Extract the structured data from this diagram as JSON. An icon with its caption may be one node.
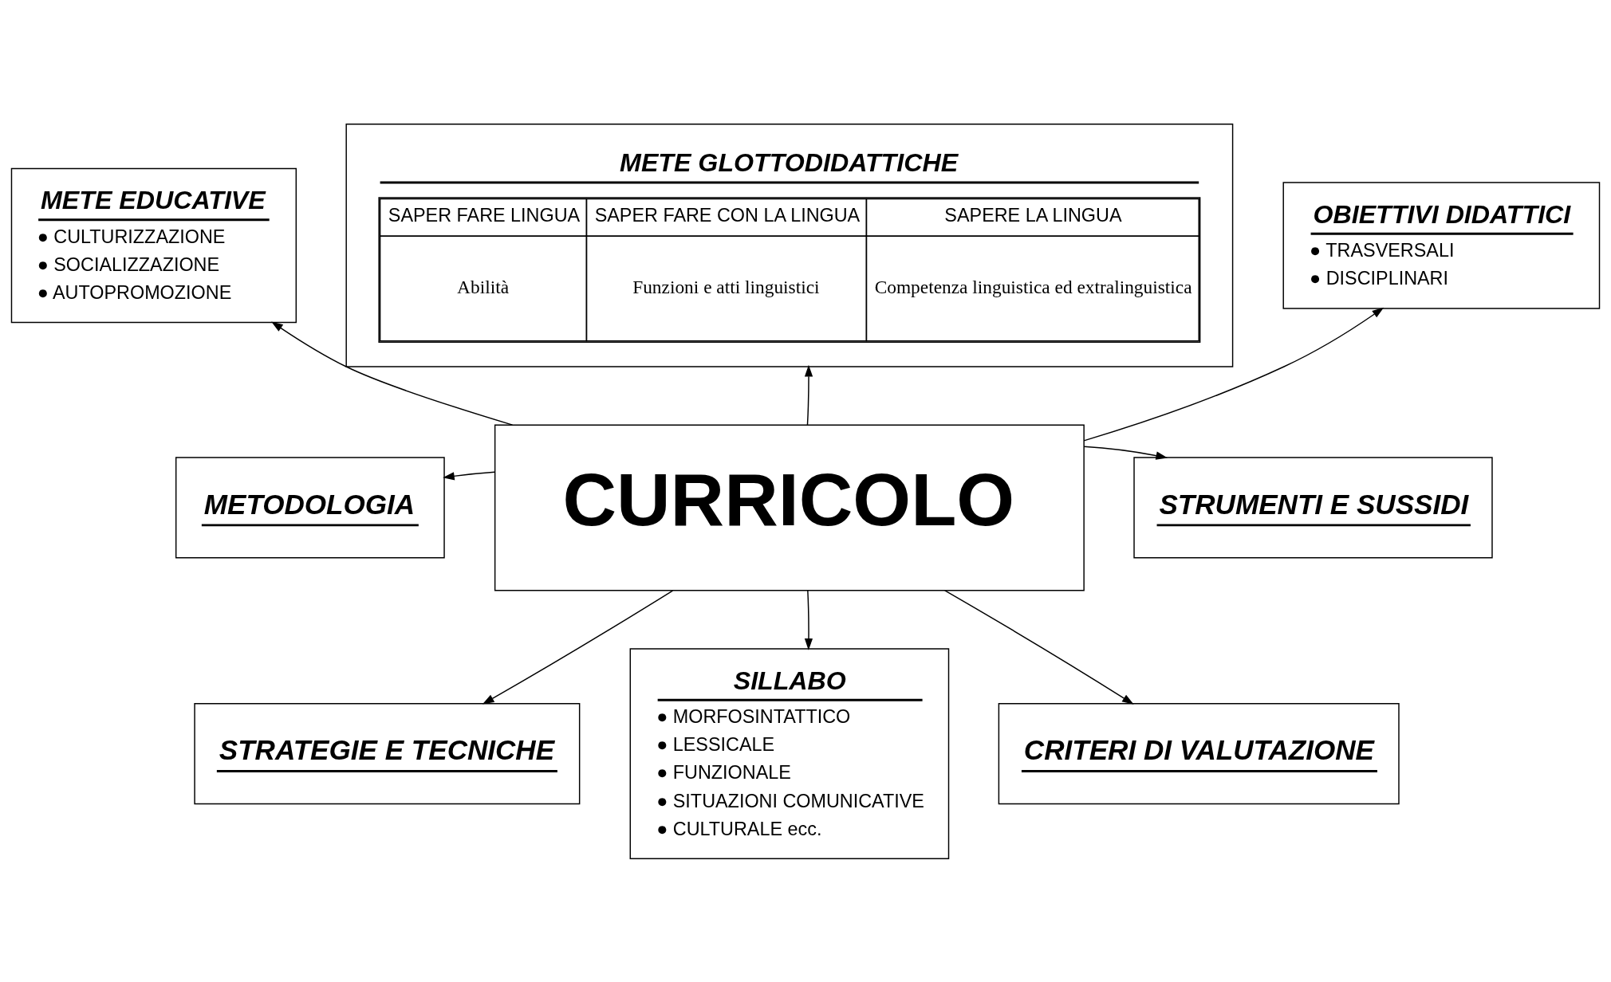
{
  "diagram": {
    "nodes": [
      {
        "text": [
          "METE EDUCATIVE",
          "● CULTURIZZAZIONE",
          "● SOCIALIZZAZIONE",
          "● AUTOPROMOZIONE"
        ]
      },
      {
        "text": [
          "METE GLOTTODIDATTICHE",
          "SAPER FARE LINGUA",
          "SAPER FARE CON LA LINGUA",
          "SAPERE LA LINGUA",
          "Abilità",
          "Funzioni e atti linguistici",
          "Competenza linguistica ed extralinguistica"
        ]
      },
      {
        "text": [
          "OBIETTIVI DIDATTICI",
          "● TRASVERSALI",
          "● DISCIPLINARI"
        ]
      },
      {
        "text": [
          "METODOLOGIA"
        ]
      },
      {
        "text": [
          "CURRICOLO"
        ]
      },
      {
        "text": [
          "STRUMENTI E SUSSIDI"
        ]
      },
      {
        "text": [
          "STRATEGIE E TECNICHE"
        ]
      },
      {
        "text": [
          "SILLABO",
          "● MORFOSINTATTICO",
          "● LESSICALE",
          "● FUNZIONALE",
          "● SITUAZIONI COMUNICATIVE",
          "● CULTURALE ecc."
        ]
      },
      {
        "text": [
          "CRITERI DI VALUTAZIONE"
        ]
      }
    ],
    "edges": [
      {
        "from": 4,
        "to": 0,
        "arrow": "to"
      },
      {
        "from": 4,
        "to": 1,
        "arrow": "to"
      },
      {
        "from": 4,
        "to": 2,
        "arrow": "to"
      },
      {
        "from": 4,
        "to": 3,
        "arrow": "to"
      },
      {
        "from": 4,
        "to": 5,
        "arrow": "to"
      },
      {
        "from": 4,
        "to": 6,
        "arrow": "to"
      },
      {
        "from": 4,
        "to": 7,
        "arrow": "to"
      },
      {
        "from": 4,
        "to": 8,
        "arrow": "to"
      }
    ]
  }
}
